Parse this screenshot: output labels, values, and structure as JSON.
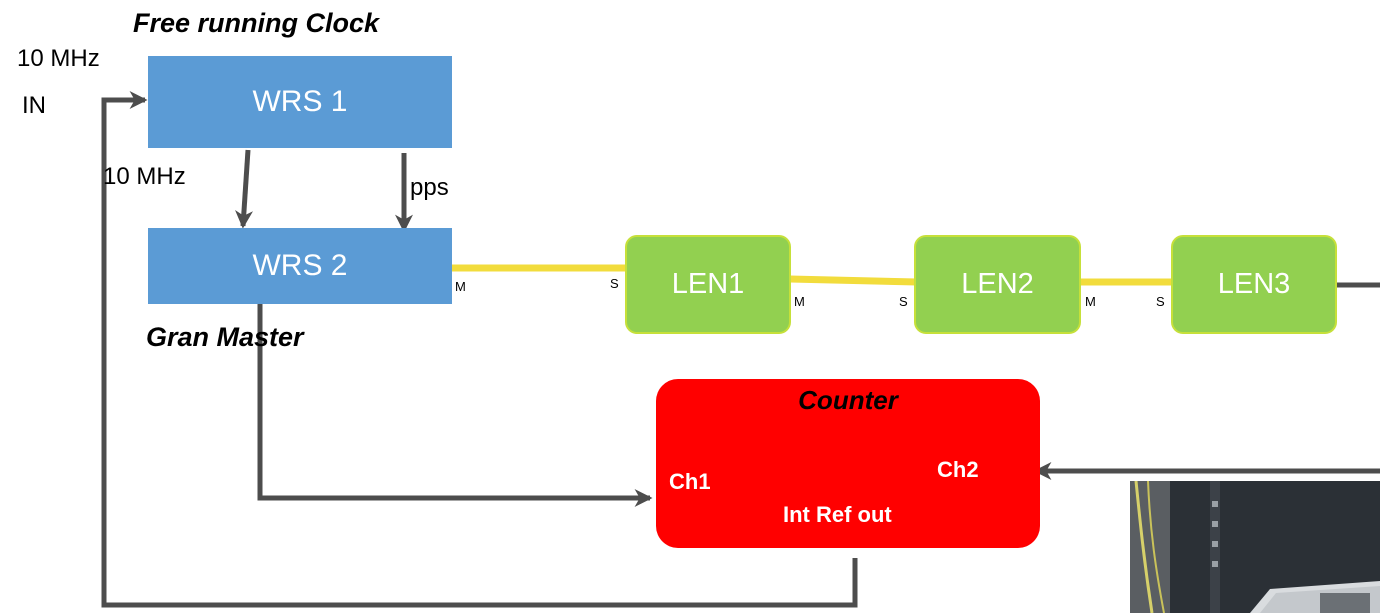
{
  "labels": {
    "free_running_clock": "Free running Clock",
    "gran_master": "Gran Master",
    "ten_mhz_in_line1": "10 MHz",
    "ten_mhz_in_line2": "IN",
    "ten_mhz": "10 MHz",
    "pps": "pps"
  },
  "nodes": {
    "wrs1": "WRS 1",
    "wrs2": "WRS 2",
    "len1": "LEN1",
    "len2": "LEN2",
    "len3": "LEN3"
  },
  "ports": {
    "wrs2_out": "M",
    "len1_in": "S",
    "len1_out": "M",
    "len2_in": "S",
    "len2_out": "M",
    "len3_in": "S"
  },
  "counter": {
    "title": "Counter",
    "ch1": "Ch1",
    "ch2": "Ch2",
    "int_ref_out": "Int Ref out"
  },
  "colors": {
    "wrs_fill": "#5b9bd5",
    "len_fill": "#92d050",
    "counter_fill": "#ff0000",
    "fiber": "#f2dc3c",
    "wire": "#4d4d4d"
  }
}
